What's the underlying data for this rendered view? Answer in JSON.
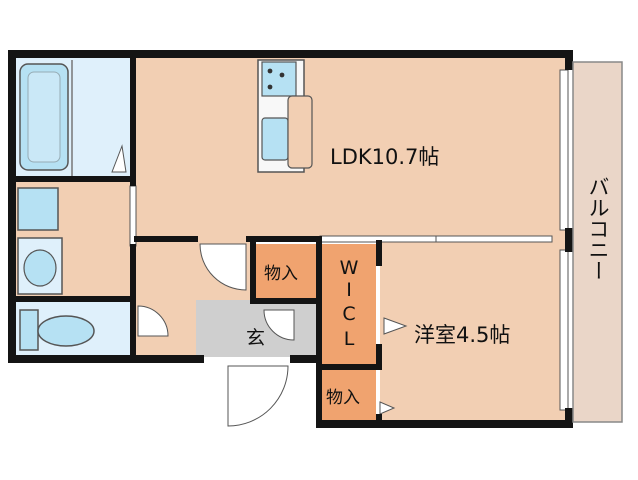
{
  "rooms": {
    "ldk": "LDK10.7帖",
    "western": "洋室4.5帖",
    "balcony": "バルコニー",
    "entrance": "玄",
    "storage_top": "物入",
    "storage_bottom": "物入",
    "wicl": [
      "W",
      "I",
      "C",
      "L"
    ]
  },
  "colors": {
    "wall": "#141414",
    "floor": "#f2cfb3",
    "wet": "#dff0fb",
    "fixture": "#b6e1f3",
    "storage": "#f0a36f",
    "entrance": "#cfcfcf",
    "balcony": "#ead6c8"
  }
}
